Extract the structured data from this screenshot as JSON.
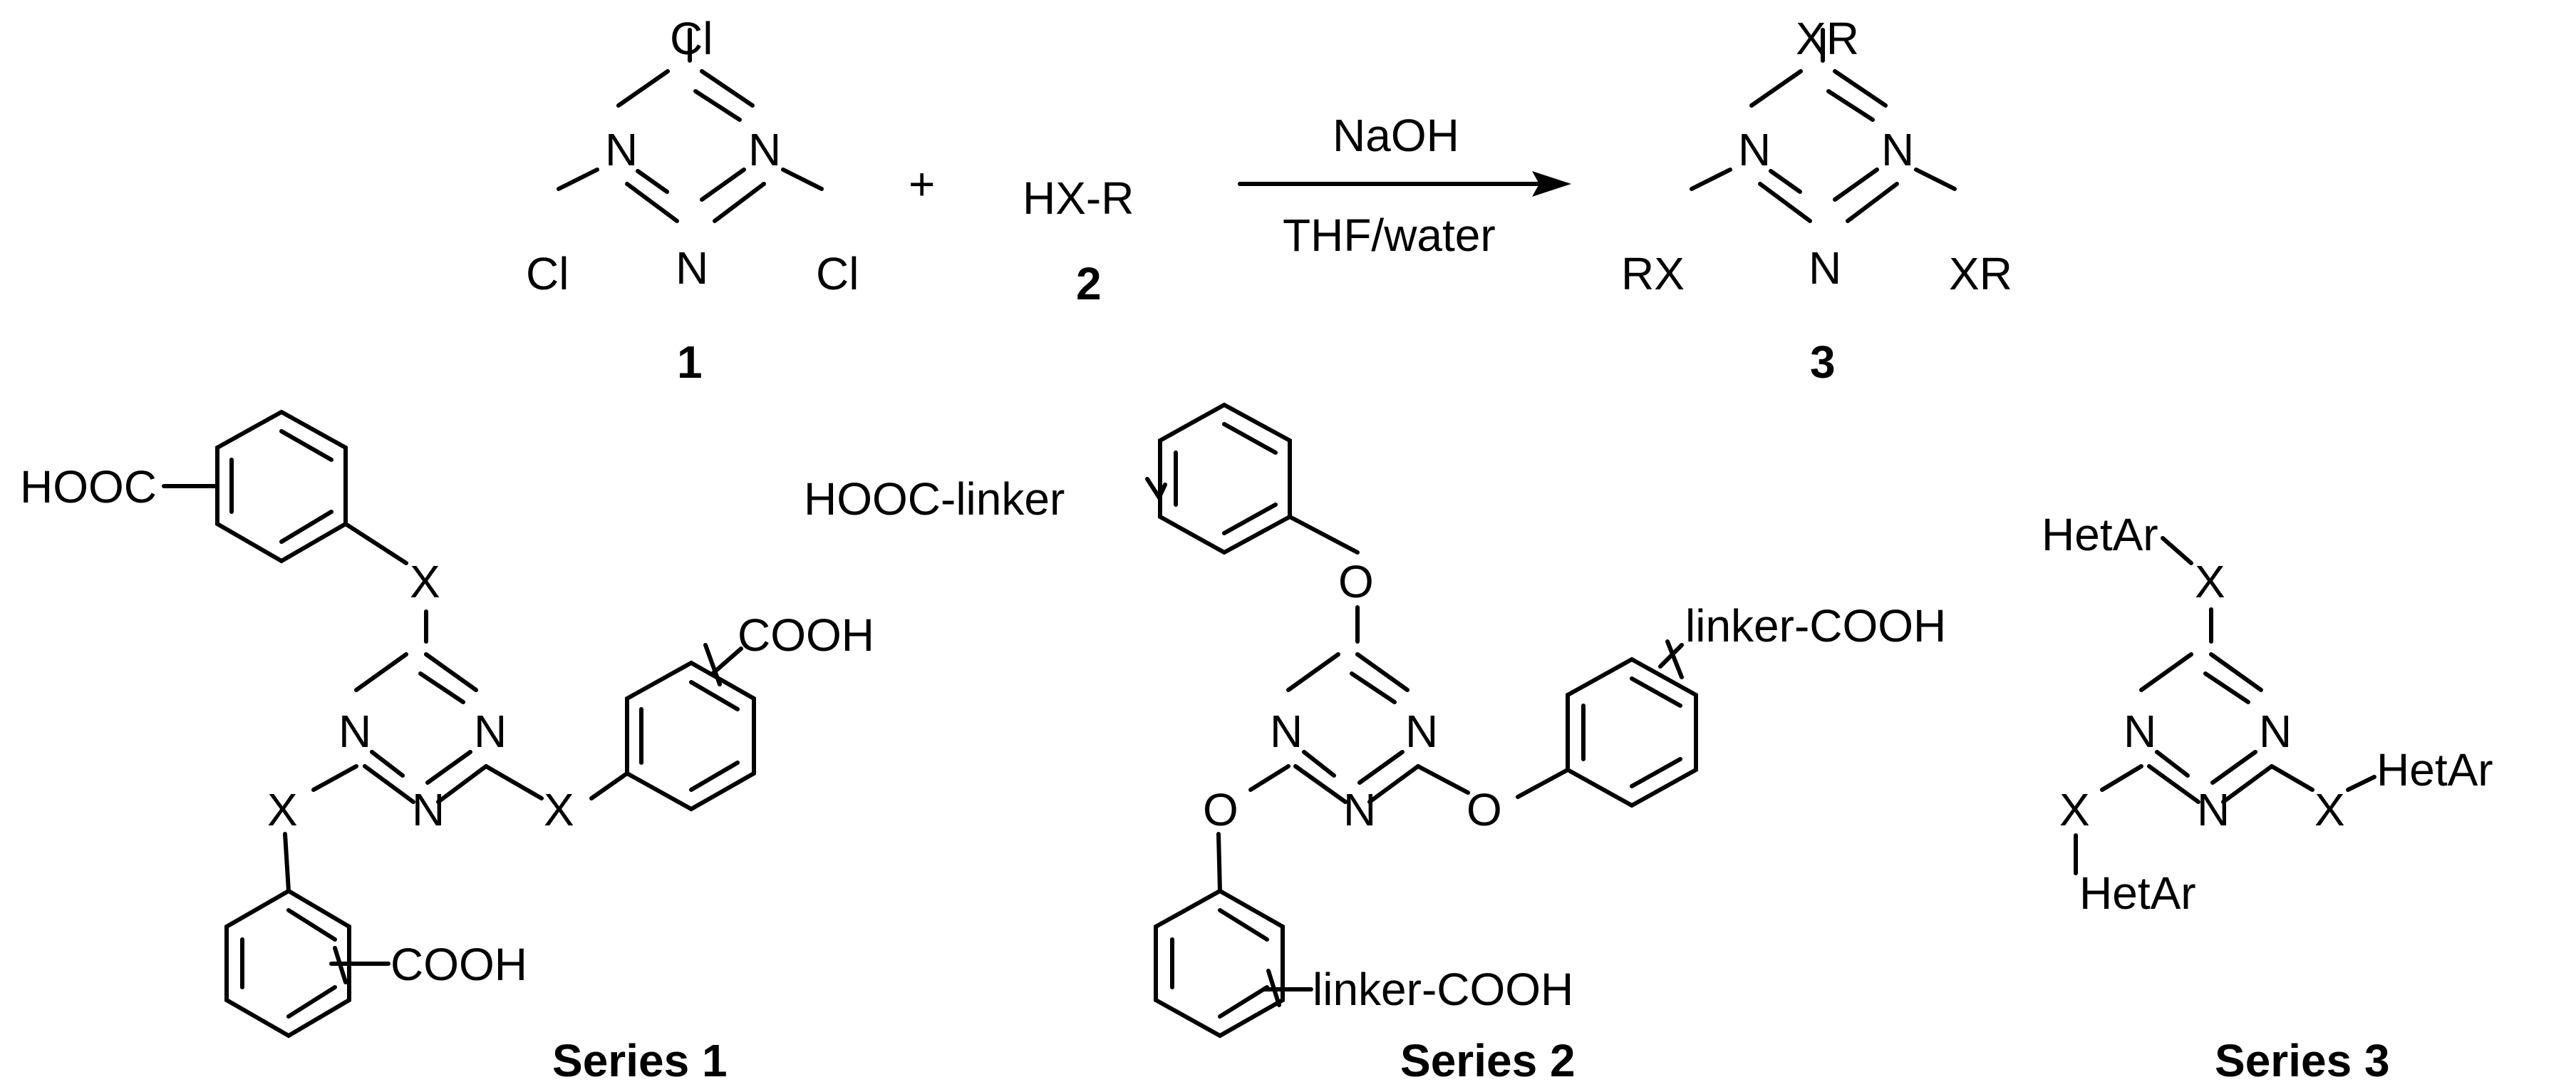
{
  "diagram": {
    "reaction": {
      "atoms": {
        "cl": "Cl",
        "n": "N"
      },
      "plus": "+",
      "reagent": "HX-R",
      "reagent_number": "2",
      "starting_number": "1",
      "product_number": "3",
      "condition_top": "NaOH",
      "condition_bottom": "THF/water",
      "product_groups": {
        "top": "XR",
        "left": "RX",
        "right": "XR"
      }
    },
    "series1": {
      "label": "Series 1",
      "hooc": "HOOC",
      "cooh": "COOH",
      "x": "X",
      "n": "N"
    },
    "series2": {
      "label": "Series 2",
      "hooc_linker": "HOOC-linker",
      "linker_cooh": "linker-COOH",
      "o": "O",
      "n": "N"
    },
    "series3": {
      "label": "Series 3",
      "hetar": "HetAr",
      "x": "X",
      "n": "N"
    }
  }
}
